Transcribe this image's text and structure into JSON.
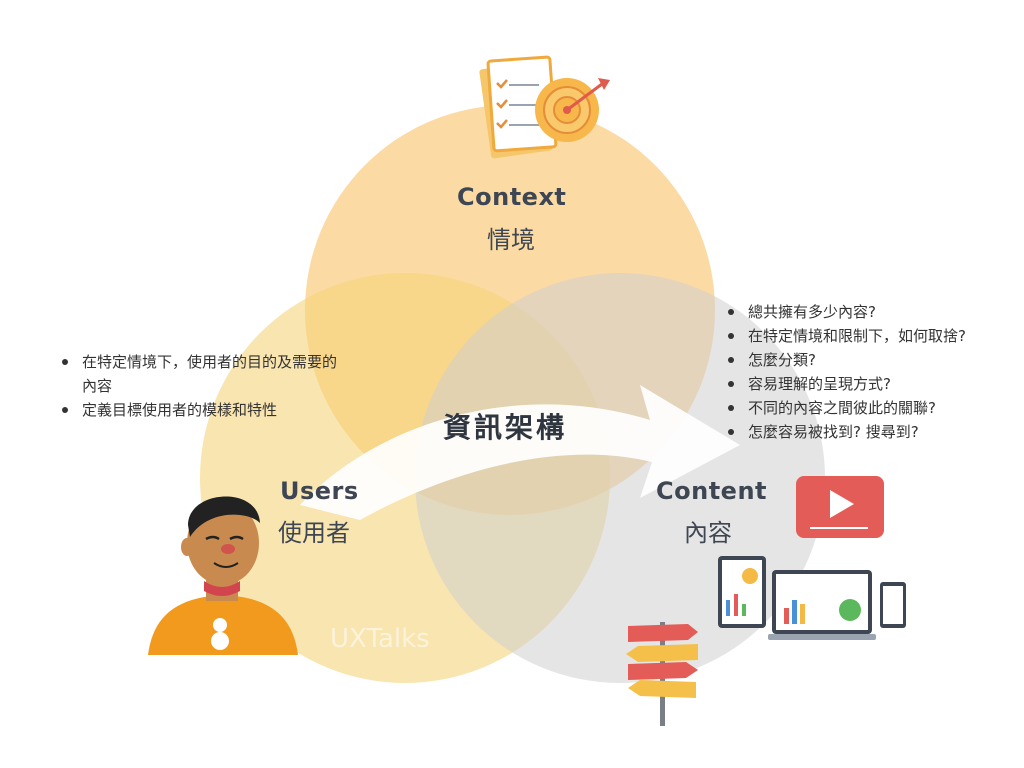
{
  "diagram": {
    "context": {
      "title": "Context",
      "subtitle": "情境"
    },
    "users": {
      "title": "Users",
      "subtitle": "使用者"
    },
    "content": {
      "title": "Content",
      "subtitle": "內容"
    },
    "center_label": "資訊架構",
    "watermark": "UXTalks",
    "users_notes": [
      "在特定情境下，使用者的目的及需要的內容",
      "定義目標使用者的模樣和特性"
    ],
    "content_notes": [
      "總共擁有多少內容?",
      "在特定情境和限制下，如何取捨?",
      "怎麼分類?",
      "容易理解的呈現方式?",
      "不同的內容之間彼此的關聯?",
      "怎麼容易被找到? 搜尋到?"
    ]
  },
  "colors": {
    "context_circle": "#fcd494",
    "users_circle": "#f8dc8c",
    "content_circle": "#d9d9d9",
    "arrow": "#ffffff",
    "text": "#3d4652",
    "video_icon": "#e45c57"
  },
  "icons": [
    "checklist-icon",
    "target-icon",
    "person-illustration",
    "video-play-icon",
    "devices-icon",
    "signpost-icon"
  ]
}
